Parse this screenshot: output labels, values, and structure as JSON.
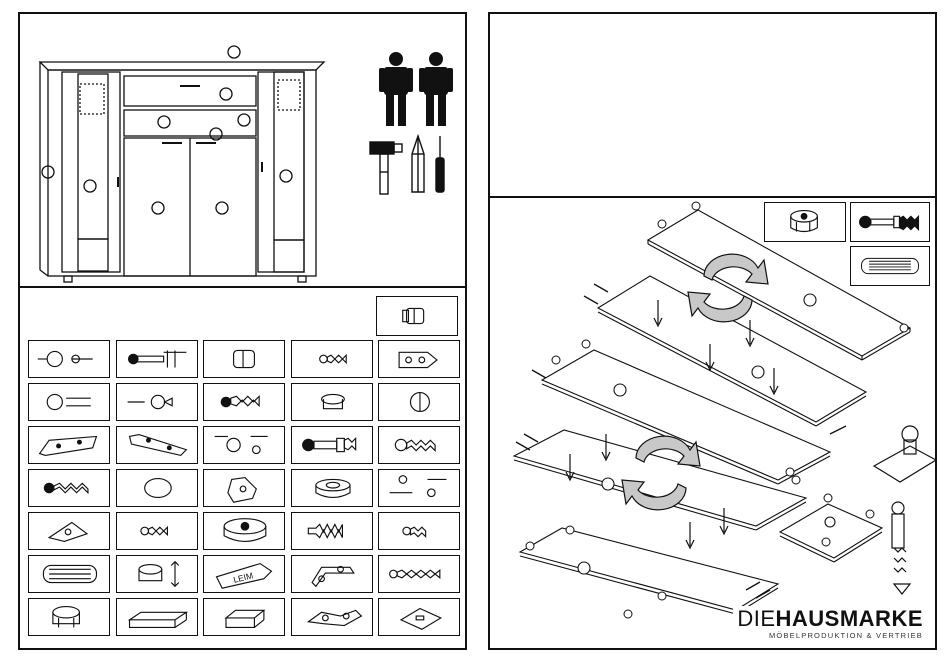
{
  "brand": {
    "name_part1": "DIE",
    "name_part2": "HAUSMARKE",
    "tagline": "MÖBELPRODUKTION & VERTRIEB"
  },
  "labels": {
    "glue_tube": "LEIM"
  },
  "colors": {
    "line": "#111111",
    "arrow_fill": "#c8c8c8",
    "background": "#ffffff"
  },
  "parts_grid": {
    "rows": 7,
    "columns": 5,
    "items": [
      "extra-dowel-icon",
      "knob-dimension-icon",
      "cam-bolt-dimension-icon",
      "dowel-icon",
      "screw-icon",
      "hinge-icon",
      "round-knob-icon",
      "knob-side-icon",
      "long-screw-icon",
      "cap-icon",
      "knob-icon",
      "drawer-runner-left-icon",
      "drawer-runner-right-icon",
      "knob-set-icon",
      "cam-bolt-icon",
      "long-screw-2-icon",
      "chipboard-screw-icon",
      "cover-cap-icon",
      "mounting-plate-icon",
      "ring-icon",
      "knob-pair-icon",
      "shelf-support-icon",
      "small-screw-icon",
      "cam-disc-icon",
      "wall-plug-icon",
      "small-screw-2-icon",
      "wooden-dowel-icon",
      "cam-lock-adjust-icon",
      "glue-tube-icon",
      "bracket-icon",
      "long-wood-screw-icon",
      "cam-lock-icon",
      "wooden-bar-icon",
      "wooden-block-icon",
      "hinge-plate-icon",
      "metal-plate-icon"
    ]
  }
}
